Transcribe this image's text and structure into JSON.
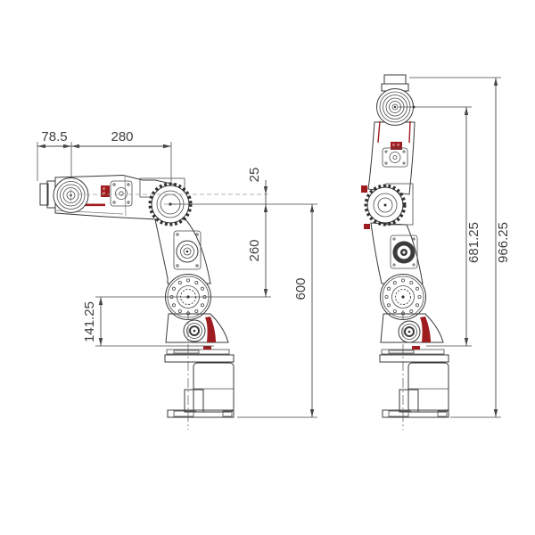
{
  "drawing": {
    "kind": "engineering-dimension-drawing",
    "subject": "six-axis robot arm shown in bent pose (left) and upright pose (right)",
    "units": "mm",
    "colors": {
      "background": "#ffffff",
      "outline": "#3a3a3a",
      "dimension": "#474747",
      "accent_red": "#9e1c1f"
    },
    "views": {
      "left": {
        "name": "bent pose side view"
      },
      "right": {
        "name": "upright pose side view"
      }
    }
  },
  "dims": {
    "d78_5": {
      "label": "78.5"
    },
    "d280": {
      "label": "280"
    },
    "d25": {
      "label": "25"
    },
    "d260": {
      "label": "260"
    },
    "d600": {
      "label": "600"
    },
    "d141_25": {
      "label": "141.25"
    },
    "d681_25": {
      "label": "681.25"
    },
    "d966_25": {
      "label": "966.25"
    }
  }
}
